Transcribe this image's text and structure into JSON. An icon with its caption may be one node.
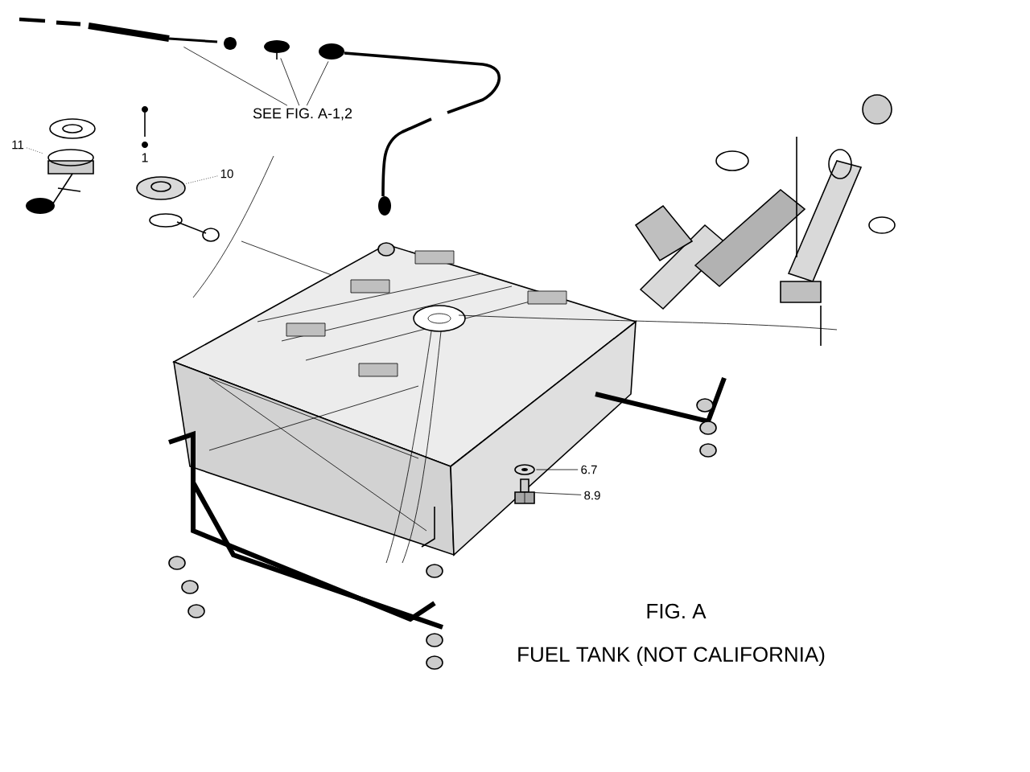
{
  "diagram": {
    "nodes": [
      {
        "text": [
          "SEE FIG. A-1,2"
        ]
      },
      {
        "text": [],
        "shape": "picture"
      },
      {
        "text": [],
        "shape": "picture"
      },
      {
        "text": [],
        "shape": "picture"
      },
      {
        "text": [
          "11"
        ]
      },
      {
        "text": [],
        "shape": "picture"
      },
      {
        "text": [
          "10"
        ]
      },
      {
        "text": [],
        "shape": "picture"
      },
      {
        "text": [
          "6.7"
        ]
      },
      {
        "text": [],
        "shape": "picture"
      },
      {
        "text": [
          "8.9"
        ]
      },
      {
        "text": [],
        "shape": "picture"
      }
    ],
    "edges": [
      {
        "from": 0,
        "to": 1,
        "arrow": "none"
      },
      {
        "from": 0,
        "to": 2,
        "arrow": "none"
      },
      {
        "from": 0,
        "to": 3,
        "arrow": "none"
      },
      {
        "from": 4,
        "to": 5,
        "arrow": "none",
        "style": "dashed"
      },
      {
        "from": 6,
        "to": 7,
        "arrow": "none",
        "style": "dashed"
      },
      {
        "from": 8,
        "to": 9,
        "arrow": "none"
      },
      {
        "from": 10,
        "to": 11,
        "arrow": "none"
      }
    ],
    "labels": [
      "1",
      "FIG. A",
      "FUEL TANK (NOT CALIFORNIA)"
    ]
  }
}
